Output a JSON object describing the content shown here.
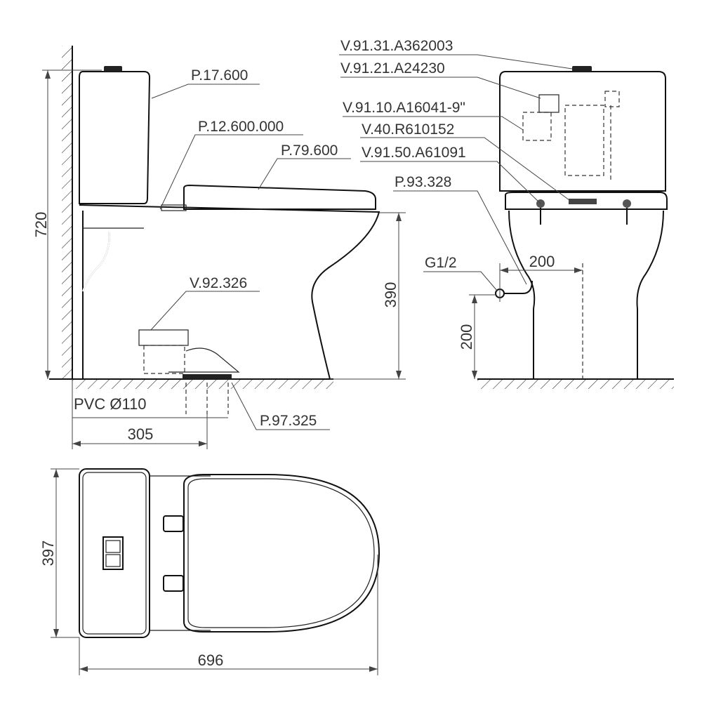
{
  "side_view": {
    "labels": {
      "tank": "P.17.600",
      "tank_fitting": "P.12.600.000",
      "seat": "P.79.600",
      "flange": "V.92.326",
      "outlet": "P.97.325",
      "pipe": "PVC Ø110"
    },
    "dimensions": {
      "height": "720",
      "seat_height": "390",
      "rough_in": "305"
    }
  },
  "front_view": {
    "labels": {
      "button": "V.91.31.A362003",
      "flush_valve_top": "V.91.21.A24230",
      "flush_valve": "V.91.10.A16041-9\"",
      "bolts": "V.40.R610152",
      "gasket": "V.91.50.A61091",
      "supply_hose": "P.93.328",
      "inlet": "G1/2"
    },
    "dimensions": {
      "inlet_offset": "200",
      "inlet_height": "200"
    }
  },
  "top_view": {
    "dimensions": {
      "width": "397",
      "length": "696"
    }
  }
}
